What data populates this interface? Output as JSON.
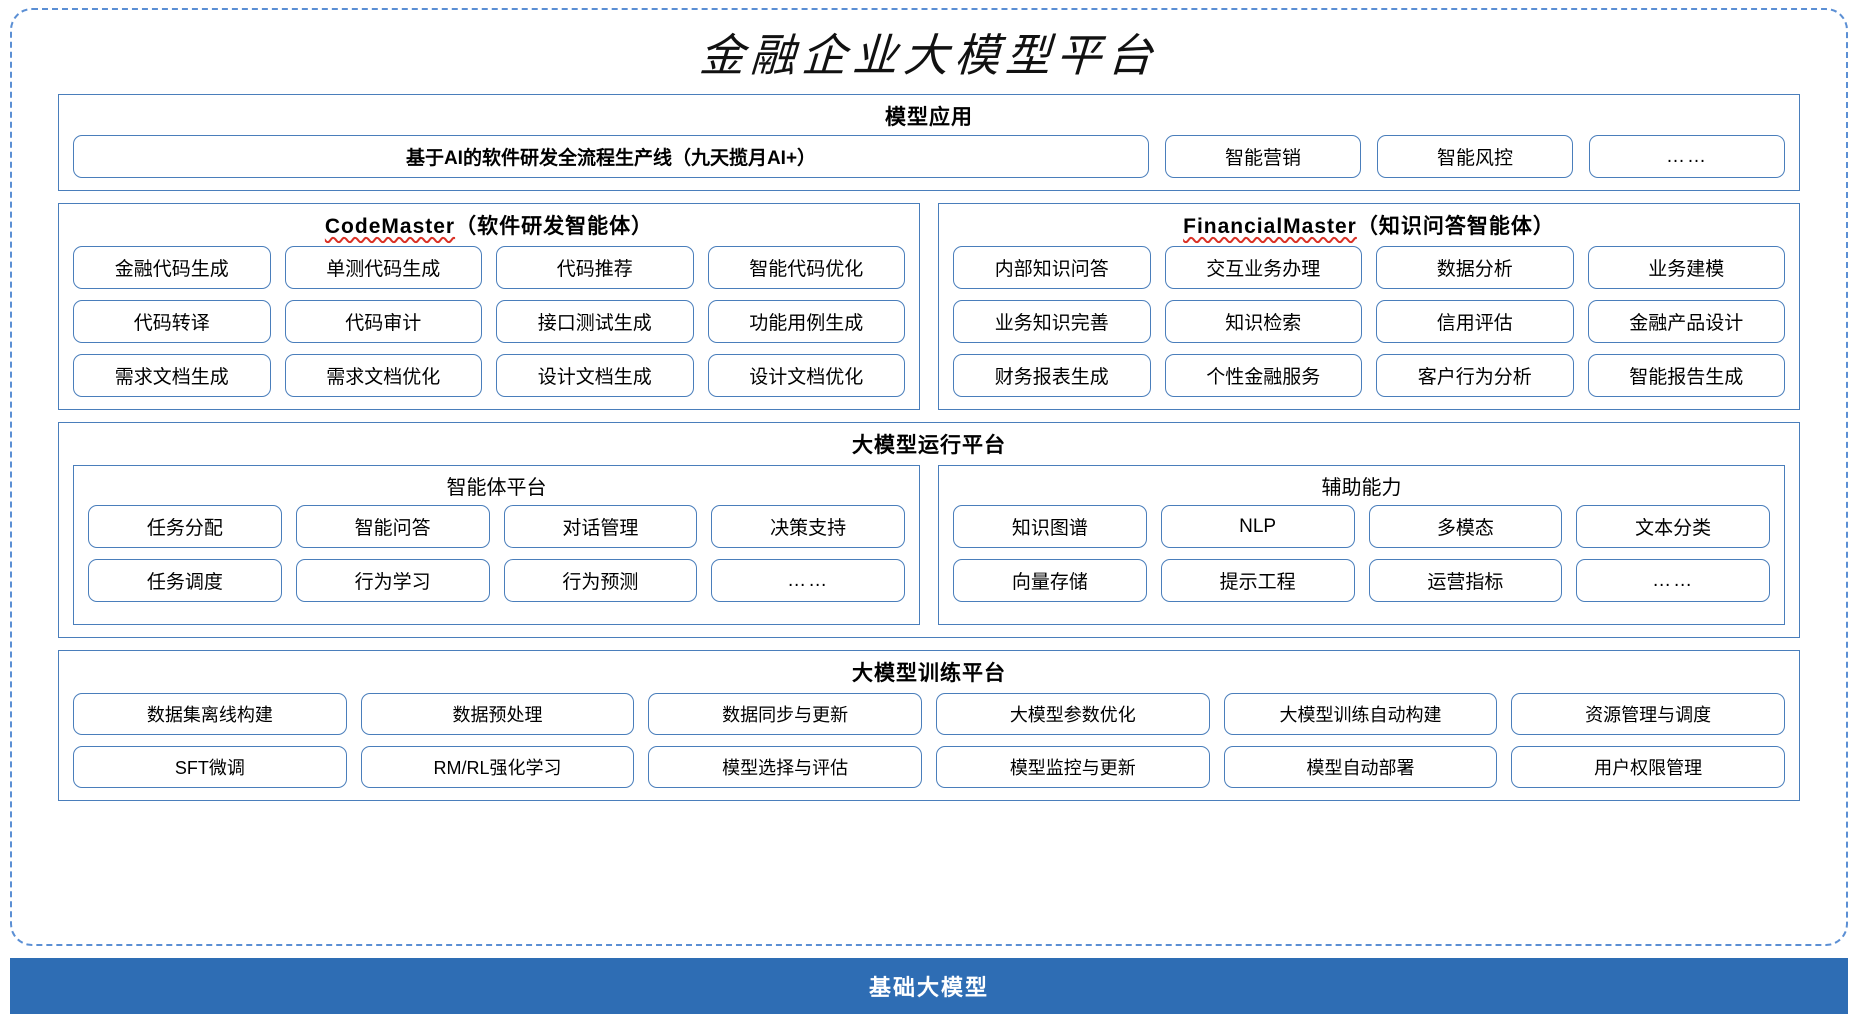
{
  "title": "金融企业大模型平台",
  "sections": {
    "model_application": {
      "title": "模型应用",
      "items": [
        "基于AI的软件研发全流程生产线（九天揽月AI+）",
        "智能营销",
        "智能风控",
        "……"
      ]
    },
    "code_master": {
      "title_en": "CodeMaster",
      "title_cn": "（软件研发智能体）",
      "items": [
        "金融代码生成",
        "单测代码生成",
        "代码推荐",
        "智能代码优化",
        "代码转译",
        "代码审计",
        "接口测试生成",
        "功能用例生成",
        "需求文档生成",
        "需求文档优化",
        "设计文档生成",
        "设计文档优化"
      ]
    },
    "financial_master": {
      "title_en": "FinancialMaster",
      "title_cn": "（知识问答智能体）",
      "items": [
        "内部知识问答",
        "交互业务办理",
        "数据分析",
        "业务建模",
        "业务知识完善",
        "知识检索",
        "信用评估",
        "金融产品设计",
        "财务报表生成",
        "个性金融服务",
        "客户行为分析",
        "智能报告生成"
      ]
    },
    "run_platform": {
      "title": "大模型运行平台",
      "agent_platform": {
        "title": "智能体平台",
        "items": [
          "任务分配",
          "智能问答",
          "对话管理",
          "决策支持",
          "任务调度",
          "行为学习",
          "行为预测",
          "……"
        ]
      },
      "assist_capability": {
        "title": "辅助能力",
        "items": [
          "知识图谱",
          "NLP",
          "多模态",
          "文本分类",
          "向量存储",
          "提示工程",
          "运营指标",
          "……"
        ]
      }
    },
    "train_platform": {
      "title": "大模型训练平台",
      "items": [
        "数据集离线构建",
        "数据预处理",
        "数据同步与更新",
        "大模型参数优化",
        "大模型训练自动构建",
        "资源管理与调度",
        "SFT微调",
        "RM/RL强化学习",
        "模型选择与评估",
        "模型监控与更新",
        "模型自动部署",
        "用户权限管理"
      ]
    },
    "base_model": {
      "title": "基础大模型"
    }
  },
  "colors": {
    "border_blue": "#4A7EBB",
    "dashed_blue": "#5B8FD4",
    "base_bar_blue": "#2E6DB4",
    "spell_red": "#d93025"
  }
}
